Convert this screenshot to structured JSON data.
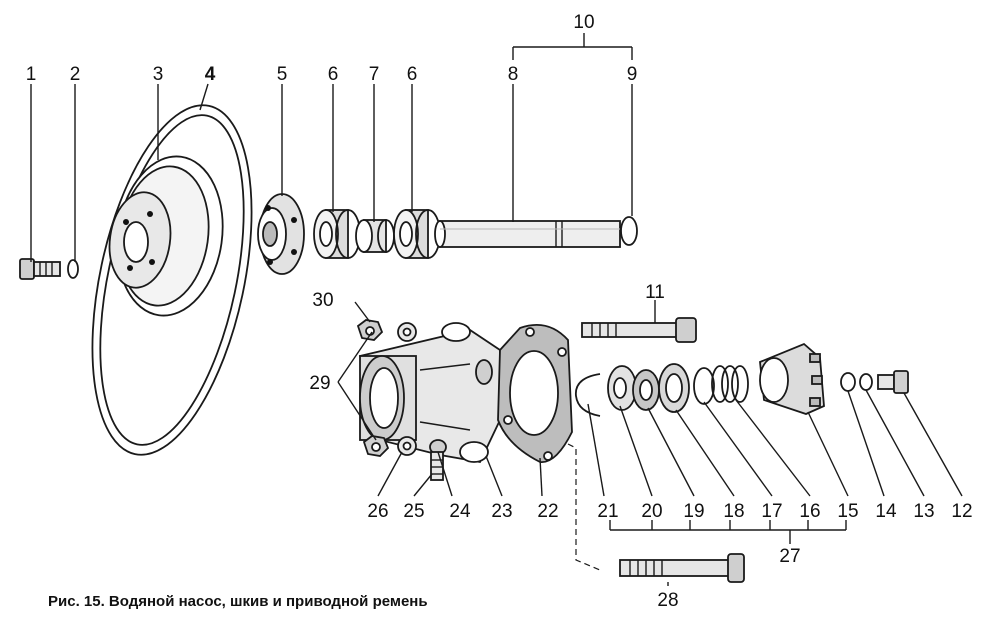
{
  "caption": "Рис. 15. Водяной насос, шкив и приводной ремень",
  "part_numbers": {
    "n1": "1",
    "n2": "2",
    "n3": "3",
    "n4": "4",
    "n5": "5",
    "n6a": "6",
    "n7": "7",
    "n6b": "6",
    "n8": "8",
    "n9": "9",
    "n10": "10",
    "n11": "11",
    "n12": "12",
    "n13": "13",
    "n14": "14",
    "n15": "15",
    "n16": "16",
    "n17": "17",
    "n18": "18",
    "n19": "19",
    "n20": "20",
    "n21": "21",
    "n22": "22",
    "n23": "23",
    "n24": "24",
    "n25": "25",
    "n26": "26",
    "n27": "27",
    "n28": "28",
    "n29": "29",
    "n30": "30"
  }
}
